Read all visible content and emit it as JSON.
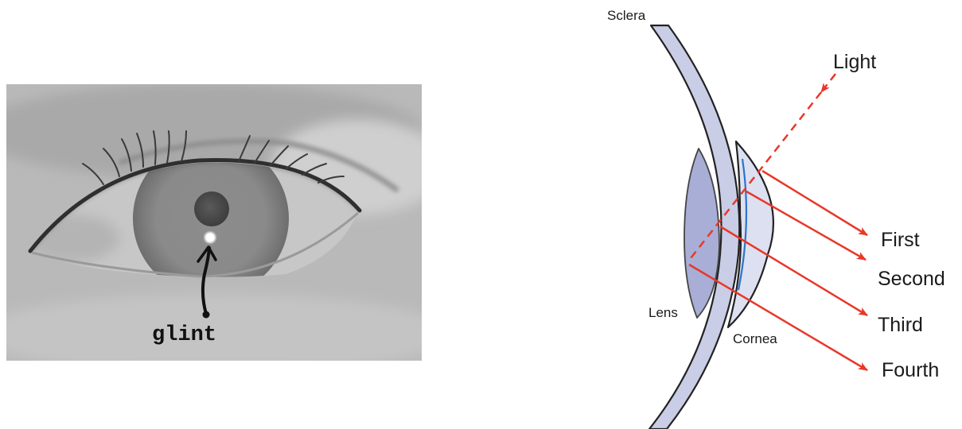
{
  "photo": {
    "annotation": "glint"
  },
  "diagram": {
    "labels": {
      "sclera": "Sclera",
      "light": "Light",
      "lens": "Lens",
      "cornea": "Cornea"
    },
    "reflections": [
      "First",
      "Second",
      "Third",
      "Fourth"
    ]
  },
  "colors": {
    "ray": "#e8382a",
    "sclera_fill": "#c9cde6",
    "cornea_fill": "#dde0f0",
    "lens_fill": "#a9aed6",
    "inner_boundary": "#2c74c9",
    "outline": "#222222"
  }
}
